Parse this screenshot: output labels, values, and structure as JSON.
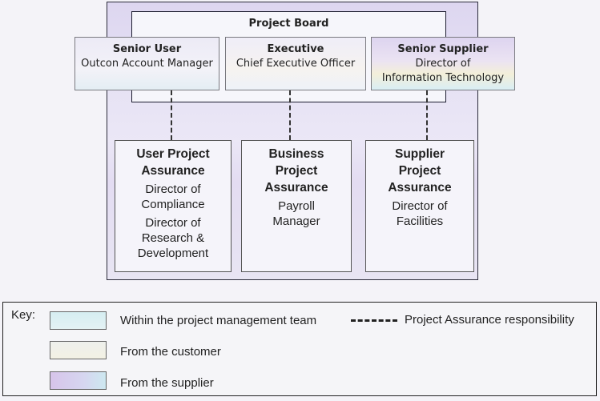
{
  "project_board": {
    "title": "Project Board",
    "roles": [
      {
        "title": "Senior User",
        "holder": [
          "Outcon Account Manager"
        ],
        "color": "customer"
      },
      {
        "title": "Executive",
        "holder": [
          "Chief Executive Officer"
        ],
        "color": "customer"
      },
      {
        "title": "Senior Supplier",
        "holder": [
          "Director of",
          "Information Technology"
        ],
        "color": "supplier"
      }
    ]
  },
  "assurance": [
    {
      "title": [
        "User Project",
        "Assurance"
      ],
      "holders": [
        "Director of Compliance",
        "Director of Research & Development"
      ]
    },
    {
      "title": [
        "Business",
        "Project",
        "Assurance"
      ],
      "holders": [
        "Payroll Manager"
      ]
    },
    {
      "title": [
        "Supplier",
        "Project",
        "Assurance"
      ],
      "holders": [
        "Director of Facilities"
      ]
    }
  ],
  "key": {
    "label": "Key:",
    "items": [
      {
        "label": "Within the project management team",
        "color": "#d6eef2"
      },
      {
        "label": "From the customer",
        "color": "#f0f1e8"
      },
      {
        "label": "From the supplier",
        "color": "#d6cceb"
      }
    ],
    "line_label": "Project Assurance responsibility"
  }
}
